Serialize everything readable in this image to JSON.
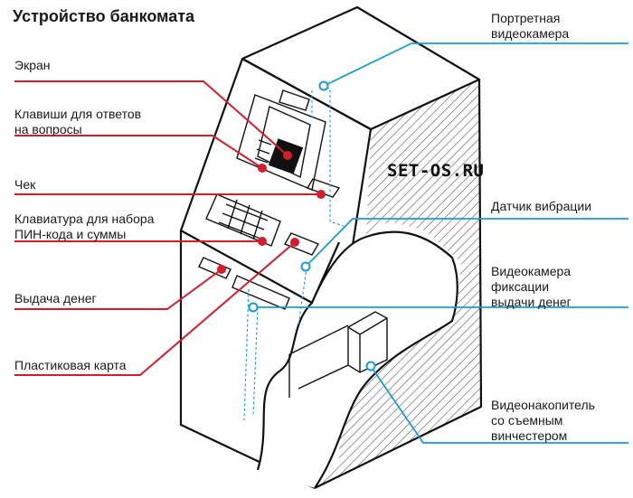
{
  "title": "Устройство банкомата",
  "watermark": "SET-OS.RU",
  "colors": {
    "left_callout": "#d41c2a",
    "right_callout": "#1a9bd7",
    "outline": "#111111",
    "hatch": "#555555"
  },
  "left_labels": [
    {
      "id": "screen",
      "text": "Экран"
    },
    {
      "id": "answer-keys",
      "text": "Клавиши для ответов\nна вопросы"
    },
    {
      "id": "receipt",
      "text": "Чек"
    },
    {
      "id": "keypad",
      "text": "Клавиатура для набора\nПИН-кода и суммы"
    },
    {
      "id": "cash-dispense",
      "text": "Выдача денег"
    },
    {
      "id": "plastic-card",
      "text": "Пластиковая карта"
    }
  ],
  "right_labels": [
    {
      "id": "portrait-camera",
      "text": "Портретная\nвидеокамера"
    },
    {
      "id": "vibration-sensor",
      "text": "Датчик вибрации"
    },
    {
      "id": "cash-camera",
      "text": "Видеокамера\nфиксации\nвыдачи денег"
    },
    {
      "id": "video-recorder",
      "text": "Видеонакопитель\nсо съемным\nвинчестером"
    }
  ]
}
